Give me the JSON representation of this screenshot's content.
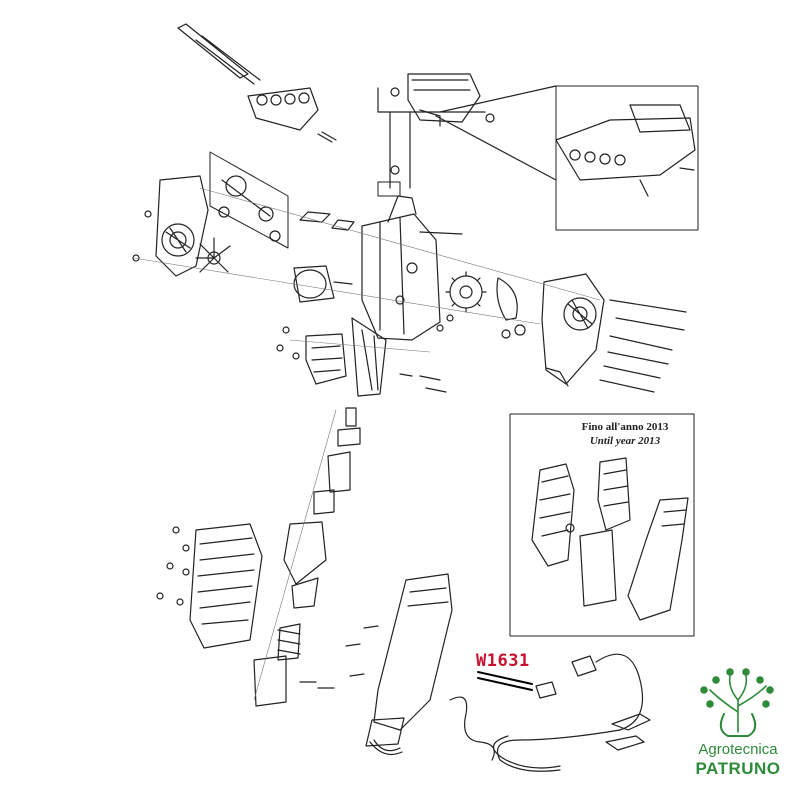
{
  "inset": {
    "title_it": "Fino all'anno 2013",
    "title_en": "Until year 2013"
  },
  "callout": {
    "code": "W1631"
  },
  "brand": {
    "line1": "Agrotecnica",
    "line2": "PATRUNO"
  },
  "colors": {
    "line": "#222222",
    "callout": "#c8102e",
    "brand_green": "#2e8b3a"
  },
  "icons": [
    "exploded-parts-diagram",
    "tree-logo-icon"
  ]
}
